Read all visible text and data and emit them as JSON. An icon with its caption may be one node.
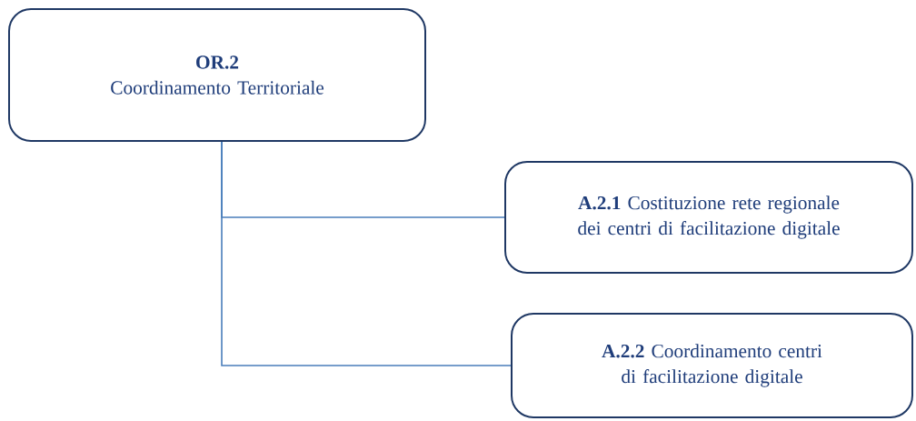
{
  "diagram": {
    "nodes": [
      {
        "text": [
          "OR.2",
          "Coordinamento Territoriale"
        ]
      },
      {
        "text": [
          "**A.2.1** Costituzione rete regionale dei centri di facilitazione digitale"
        ]
      },
      {
        "text": [
          "**A.2.2** Coordinamento centri di facilitazione digitale"
        ]
      }
    ],
    "edges": [
      {
        "from": 0,
        "to": 1,
        "arrow": "none"
      },
      {
        "from": 0,
        "to": 2,
        "arrow": "none"
      }
    ]
  }
}
